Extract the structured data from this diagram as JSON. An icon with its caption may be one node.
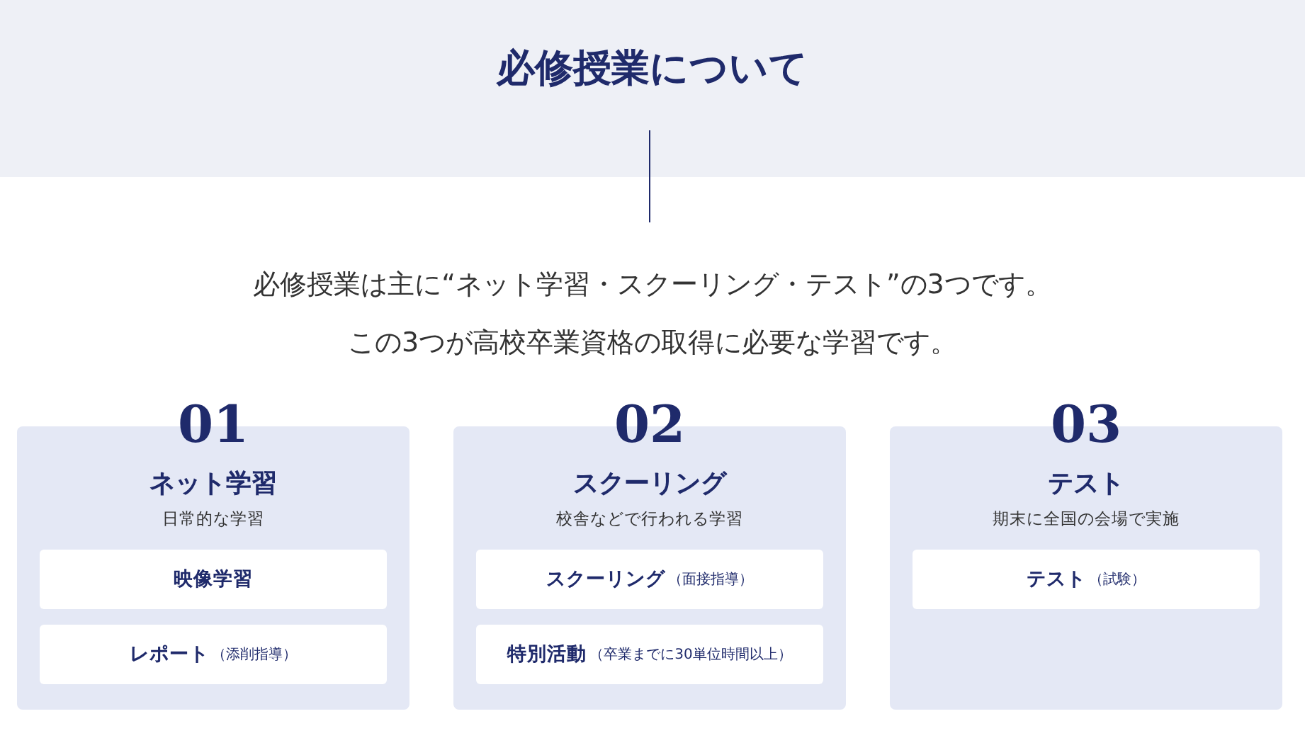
{
  "diagram": {
    "title": "必修授業について",
    "nodes": [
      {
        "text": [
          "01",
          "ネット学習",
          "日常的な学習"
        ]
      },
      {
        "text": [
          "映像学習"
        ],
        "in": 0
      },
      {
        "text": [
          "レポート",
          "（添削指導）"
        ],
        "in": 0
      },
      {
        "text": [
          "02",
          "スクーリング",
          "校舎などで行われる学習"
        ]
      },
      {
        "text": [
          "スクーリング",
          "（面接指導）"
        ],
        "in": 3
      },
      {
        "text": [
          "特別活動",
          "（卒業までに30単位時間以上）"
        ],
        "in": 3
      },
      {
        "text": [
          "03",
          "テスト",
          "期末に全国の会場で実施"
        ]
      },
      {
        "text": [
          "テスト",
          "（試験）"
        ],
        "in": 6
      }
    ],
    "labels": [
      "必修授業は主に“ネット学習・スクーリング・テスト”の3つです。",
      "この3つが高校卒業資格の取得に必要な学習です。"
    ]
  }
}
